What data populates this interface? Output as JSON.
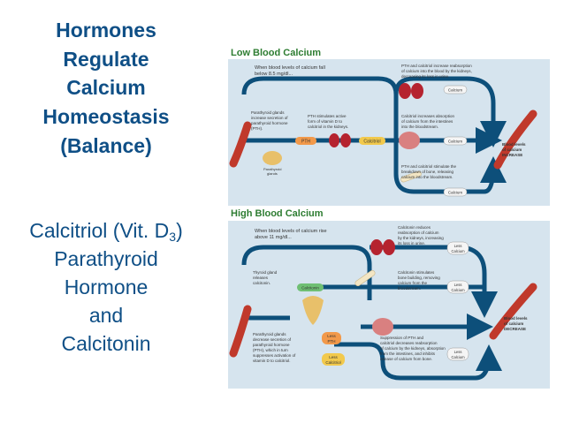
{
  "title": {
    "line1": "Hormones",
    "line2": "Regulate",
    "line3": "Calcium",
    "line4": "Homeostasis",
    "line5": "(Balance)"
  },
  "subtitle": {
    "line1_main": "Calcitriol (Vit. D",
    "line1_sub": "3",
    "line1_end": ")",
    "line2": "Parathyroid",
    "line3": "Hormone",
    "line4": "and",
    "line5": "Calcitonin"
  },
  "low": {
    "label": "Low Blood Calcium",
    "heading_l1": "When blood levels of calcium fall",
    "heading_l2": "below 8.5 mg/dl...",
    "top_right_l1": "PTH and calcitriol increase reabsorption",
    "top_right_l2": "of calcium into the blood by the kidneys,",
    "top_right_l3": "decreasing its loss in urine.",
    "gland_l1": "Parathyroid glands",
    "gland_l2": "increase secretion of",
    "gland_l3": "parathyroid hormone",
    "gland_l4": "(PTH).",
    "gland_label_l1": "Parathyroid",
    "gland_label_l2": "glands",
    "pth_text_l1": "PTH stimulates active",
    "pth_text_l2": "form of vitamin D to",
    "pth_text_l3": "calcitriol in the kidneys.",
    "calcitriol_text_l1": "Calcitriol increases absorption",
    "calcitriol_text_l2": "of calcium from the intestines",
    "calcitriol_text_l3": "into the bloodstream.",
    "bone_text_l1": "PTH and calcitriol stimulate the",
    "bone_text_l2": "breakdown of bone, releasing",
    "bone_text_l3": "calcium into the bloodstream.",
    "pill_pth": "PTH",
    "pill_calcitriol": "Calcitriol",
    "pill_calcium_top": "Calcium",
    "pill_calcium_mid": "Calcium",
    "pill_calcium_bottom": "Calcium",
    "result_l1": "Blood levels",
    "result_l2": "of calcium",
    "result_l3": "INCREASE"
  },
  "high": {
    "label": "High Blood Calcium",
    "heading_l1": "When blood levels of calcium rise",
    "heading_l2": "above 11 mg/dl...",
    "top_right_l1": "Calcitonin reduces",
    "top_right_l2": "reabsorption of calcium",
    "top_right_l3": "by the kidneys, increasing",
    "top_right_l4": "its loss in urine.",
    "thyroid_l1": "Thyroid gland",
    "thyroid_l2": "releases",
    "thyroid_l3": "calcitonin.",
    "pill_calcitonin": "Calcitonin",
    "calcitonin_text_l1": "Calcitonin stimulates",
    "calcitonin_text_l2": "bone building, removing",
    "calcitonin_text_l3": "calcium from the",
    "calcitonin_text_l4": "bloodstream.",
    "gland_l1": "Parathyroid glands",
    "gland_l2": "decrease secretion of",
    "gland_l3": "parathyroid hormone",
    "gland_l4": "(PTH), which in turn",
    "gland_l5": "suppresses activation of",
    "gland_l6": "vitamin D to calcitriol.",
    "pill_less_pth_l1": "Less",
    "pill_less_pth_l2": "PTH",
    "pill_less_calcitriol_l1": "Less",
    "pill_less_calcitriol_l2": "Calcitriol",
    "suppression_l1": "Suppression of PTH and",
    "suppression_l2": "calcitriol decreases reabsorption",
    "suppression_l3": "of calcium by the kidneys, absorption",
    "suppression_l4": "from the intestines, and inhibits",
    "suppression_l5": "release of calcium from bone.",
    "pill_less_calcium_top_l1": "Less",
    "pill_less_calcium_top_l2": "Calcium",
    "pill_less_calcium_mid_l1": "Less",
    "pill_less_calcium_mid_l2": "Calcium",
    "pill_less_calcium_bottom_l1": "Less",
    "pill_less_calcium_bottom_l2": "Calcium",
    "result_l1": "Blood levels",
    "result_l2": "of calcium",
    "result_l3": "DECREASE"
  },
  "colors": {
    "title": "#0f4f86",
    "section_label": "#2e7d32",
    "arrow": "#0d4f7a",
    "vessel": "#c0392b",
    "pill_orange": "#f2994a",
    "pill_yellow": "#f2c94c",
    "pill_green": "#6fbf73",
    "pill_white": "#f5f5f5",
    "panel_bg": "#d6e4ee"
  }
}
